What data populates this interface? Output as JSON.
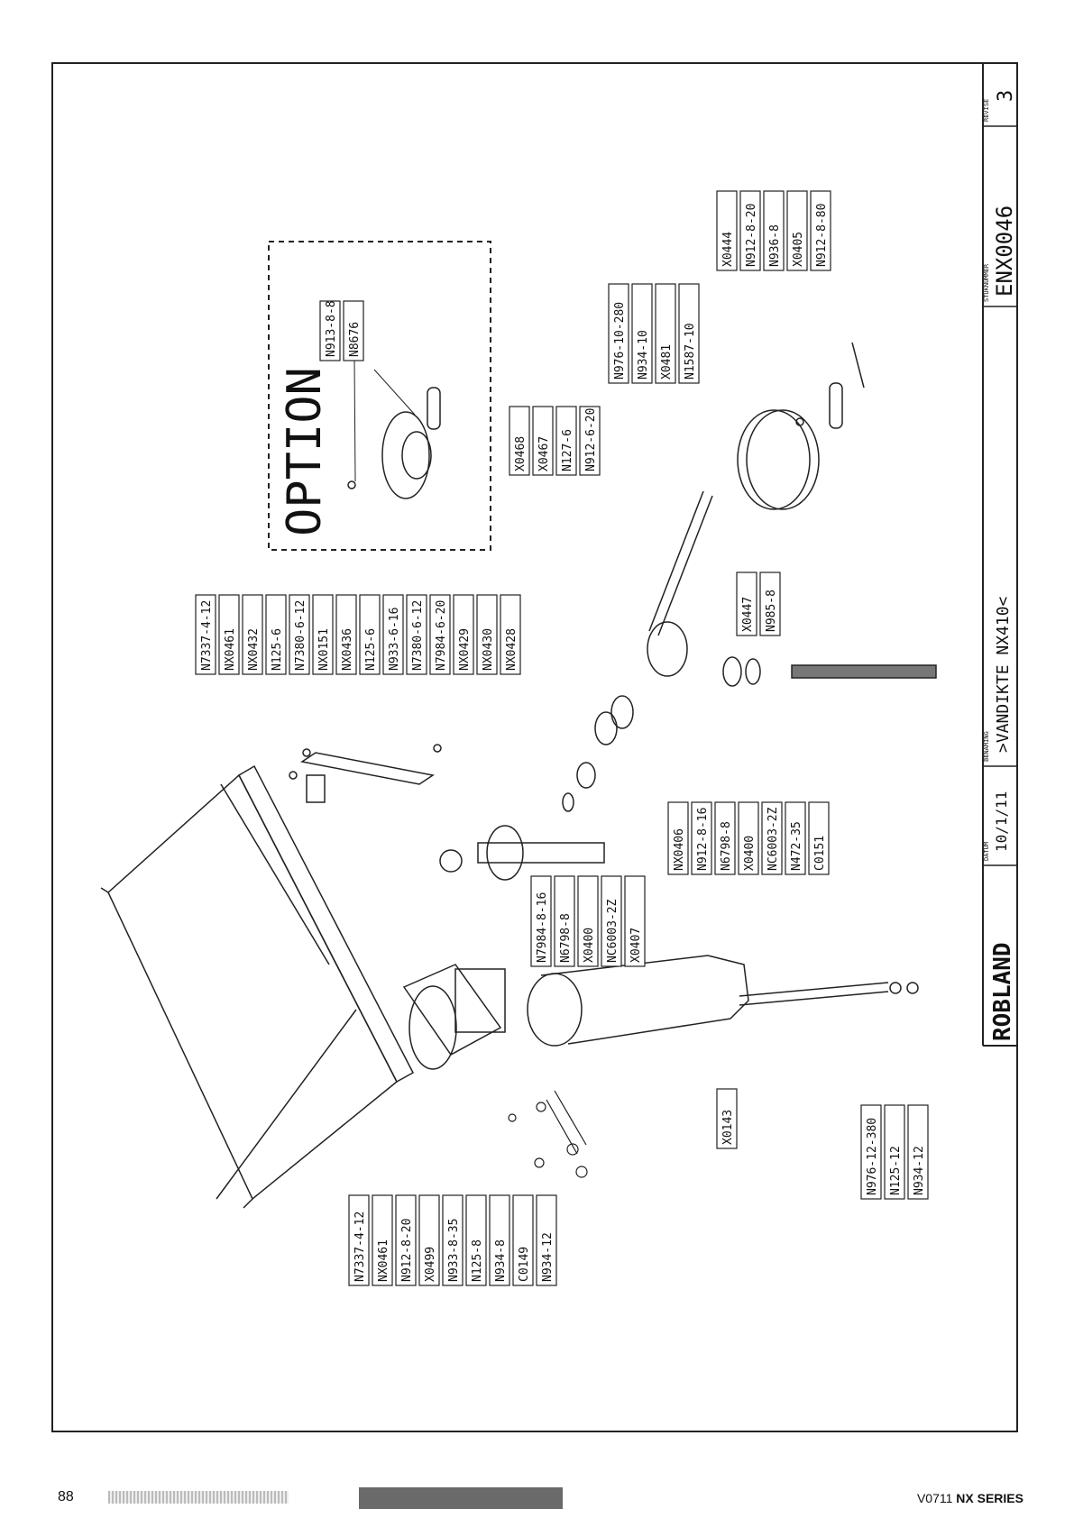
{
  "page": {
    "page_number": "88",
    "footer_code": "V0711",
    "footer_series": "NX SERIES"
  },
  "title_block": {
    "brand": "ROBLAND",
    "datum_label": "DATUM",
    "datum_value": "10/1/11",
    "benaming_label": "BENAMING",
    "benaming_value": ">VANDIKTE NX410<",
    "stuknummer_label": "STUKNUMMER",
    "stuknummer_value": "ENX0046",
    "revise_label": "REVISE",
    "revise_value": "3"
  },
  "option_box": {
    "title": "OPTION",
    "parts": [
      "N913-8-8",
      "N8676"
    ]
  },
  "part_groups": {
    "top_row": [
      "N7337-4-12",
      "NX0461",
      "NX0432",
      "N125-6",
      "N7380-6-12",
      "NX0151",
      "NX0436",
      "N125-6",
      "N933-6-16",
      "N7380-6-12",
      "N7984-6-20",
      "NX0429",
      "NX0430",
      "NX0428"
    ],
    "handwheel_upper": [
      "X0468",
      "X0467",
      "N127-6",
      "N912-6-20"
    ],
    "handwheel_mid": [
      "N976-10-280",
      "N934-10",
      "X0481",
      "N1587-10"
    ],
    "handwheel_right": [
      "X0444",
      "N912-8-20",
      "N936-8",
      "X0405",
      "N912-8-80"
    ],
    "shaft_lower": [
      "X0447",
      "N985-8"
    ],
    "center_bottom": [
      "NX0406",
      "N912-8-16",
      "N6798-8",
      "X0400",
      "NC6003-2Z",
      "N472-35",
      "C0151"
    ],
    "center_left": [
      "N7984-8-16",
      "N6798-8",
      "X0400",
      "NC6003-2Z",
      "X0407"
    ],
    "lower_left": [
      "N7337-4-12",
      "NX0461",
      "N912-8-20",
      "X0499",
      "N933-8-35",
      "N125-8",
      "N934-8",
      "C0149",
      "N934-12"
    ],
    "column_group": [
      "X0143"
    ],
    "rod_group": [
      "N976-12-380",
      "N125-12",
      "N934-12"
    ]
  }
}
